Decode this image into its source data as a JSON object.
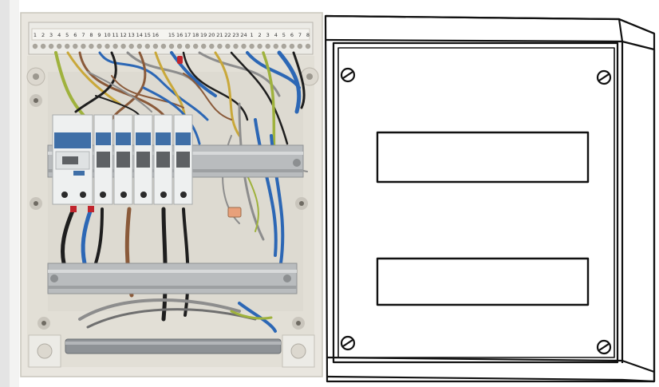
{
  "image": {
    "panels": [
      {
        "name": "photo-open-distribution-board",
        "subject": "open electrical distribution board with circuit breakers and wiring"
      },
      {
        "name": "drawing-closed-enclosure",
        "subject": "line drawing of closed consumer unit with two blank breaker windows"
      }
    ]
  },
  "terminal_strip": {
    "numbers": [
      "1",
      "2",
      "3",
      "4",
      "5",
      "6",
      "7",
      "8",
      "9",
      "10",
      "11",
      "12",
      "13",
      "14",
      "15",
      "16",
      "",
      "15",
      "16",
      "17",
      "18",
      "19",
      "20",
      "21",
      "22",
      "23",
      "24",
      "1",
      "2",
      "3",
      "4",
      "5",
      "6",
      "7",
      "8"
    ]
  },
  "colors": {
    "enclosure_plastic": "#e9e6df",
    "breaker_white": "#eef0f0",
    "breaker_blue_label": "#3f6fa7",
    "din_rail": "#b9bcbe",
    "wire_blue": "#2c67b5",
    "wire_brown": "#8a5a3a",
    "wire_black": "#1e1e1e",
    "wire_grey": "#8d8d8d",
    "wire_green_yellow": "#9fb23d",
    "line_art": "#111111"
  }
}
